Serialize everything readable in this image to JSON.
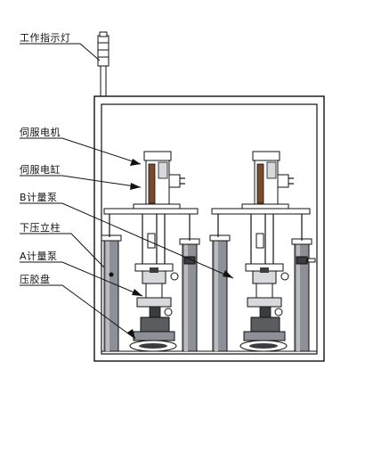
{
  "labels": {
    "indicator_light": "工作指示灯",
    "servo_motor": "伺服电机",
    "servo_cylinder": "伺服电缸",
    "b_metering_pump": "B计量泵",
    "press_column": "下压立柱",
    "a_metering_pump": "A计量泵",
    "press_plate": "压胶盘"
  },
  "colors": {
    "line": "#111111",
    "cabinet_fill": "#ffffff",
    "column_fill": "#8d9097",
    "cylinder_accent": "#7a4a2a",
    "light_gray": "#d8d9dc",
    "dark_gray": "#3a3c40"
  }
}
